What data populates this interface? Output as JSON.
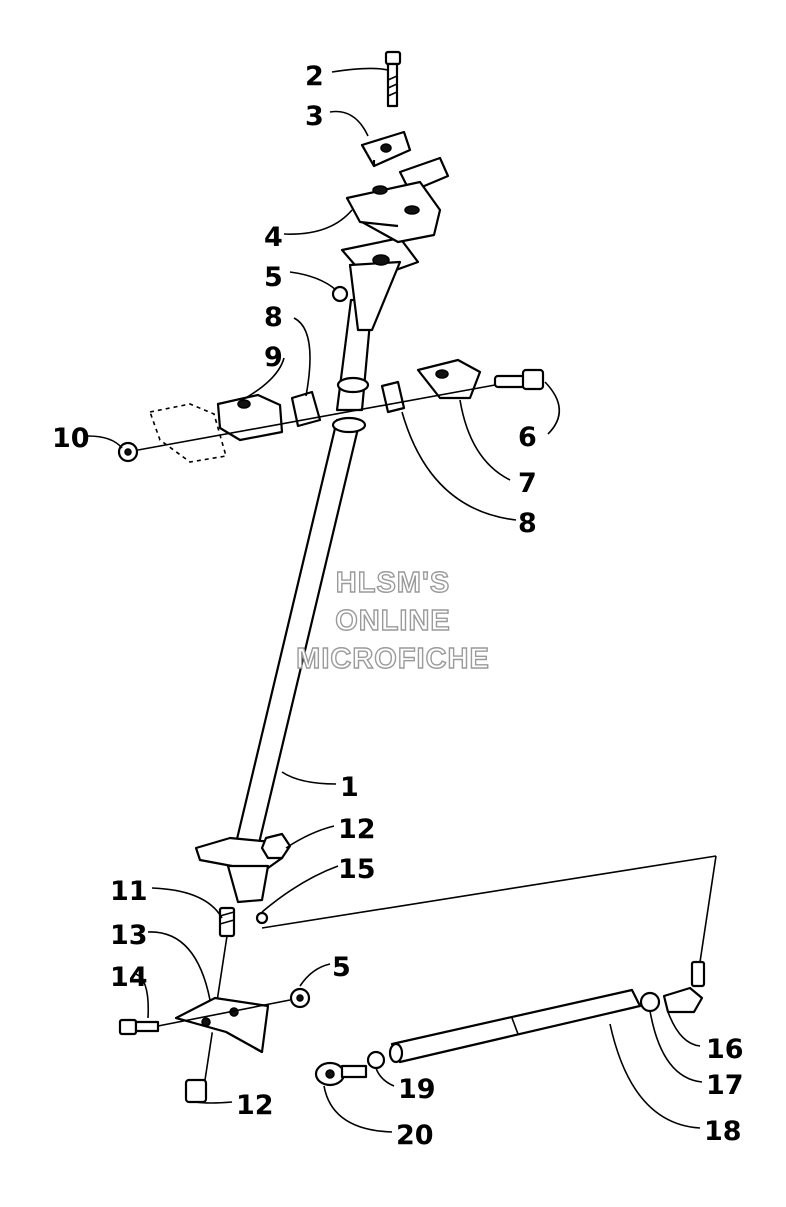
{
  "watermark": {
    "line1": "HLSM'S",
    "line2": "ONLINE",
    "line3": "MICROFICHE"
  },
  "callouts": [
    "1",
    "2",
    "3",
    "4",
    "5",
    "5",
    "6",
    "7",
    "8",
    "8",
    "9",
    "10",
    "11",
    "12",
    "12",
    "13",
    "14",
    "15",
    "16",
    "17",
    "18",
    "19",
    "20"
  ]
}
